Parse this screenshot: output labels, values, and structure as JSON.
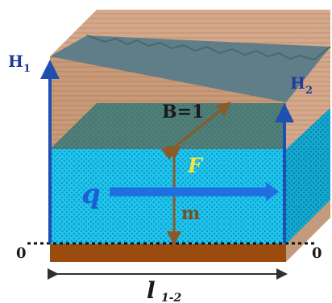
{
  "labels": {
    "h1": "H",
    "h1_sub": "1",
    "h2": "H",
    "h2_sub": "2",
    "width": "B=1",
    "area": "F",
    "flow": "q",
    "thickness": "m",
    "left_zero": "0",
    "right_zero": "0",
    "length": "l",
    "length_sub": "1-2"
  },
  "colors": {
    "soil_front": "#c99a78",
    "soil_side": "#d4a88a",
    "soil_top": "#dcb49a",
    "water": "#1ec3ee",
    "water_side": "#12a9d0",
    "aquifer_top": "#4f7f78",
    "surface": "#5e7d88",
    "base": "#9b4b0d",
    "head_arrow": "#1f4fb0",
    "flow_arrow": "#1f6fe0",
    "brown_arrow": "#8a5a2b"
  },
  "icons": {
    "head_markers": "up-arrow-icon",
    "width_marker": "diagonal-arrow-icon",
    "flow_marker": "right-arrow-icon",
    "thickness_marker": "double-vertical-arrow-icon",
    "length_marker": "double-horizontal-arrow-icon"
  }
}
